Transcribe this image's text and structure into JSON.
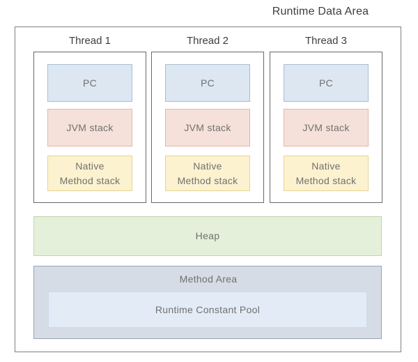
{
  "title": "Runtime Data Area",
  "threads": [
    {
      "label": "Thread 1",
      "pc": "PC",
      "jvm_stack": "JVM stack",
      "native_method_stack": "Native\nMethod stack"
    },
    {
      "label": "Thread 2",
      "pc": "PC",
      "jvm_stack": "JVM stack",
      "native_method_stack": "Native\nMethod stack"
    },
    {
      "label": "Thread 3",
      "pc": "PC",
      "jvm_stack": "JVM stack",
      "native_method_stack": "Native\nMethod stack"
    }
  ],
  "heap": {
    "label": "Heap"
  },
  "method_area": {
    "label": "Method Area",
    "runtime_constant_pool": {
      "label": "Runtime Constant Pool"
    }
  },
  "colors": {
    "label-dark": "#3d3d3d",
    "label-gray": "#707070",
    "outer-border": "#808080",
    "thread-border": "#696969",
    "pc-fill": "#dce7f2",
    "pc-border": "#a8bdd3",
    "jvm-fill": "#f5e1d9",
    "jvm-border": "#ddb8a8",
    "native-fill": "#fcf2cf",
    "native-border": "#e6d492",
    "heap-fill": "#e4f0da",
    "heap-border": "#c3d6ab",
    "method-fill": "#d6dce5",
    "method-border": "#9aa5b8",
    "rcp-fill": "#e3ecf6",
    "rcp-border": "#ccdaeb"
  }
}
